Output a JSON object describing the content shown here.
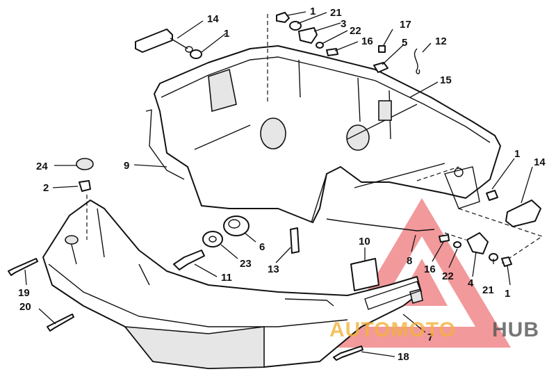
{
  "callouts": [
    {
      "id": "c14a",
      "text": "14"
    },
    {
      "id": "c1a",
      "text": "1"
    },
    {
      "id": "c1b",
      "text": "1"
    },
    {
      "id": "c21a",
      "text": "21"
    },
    {
      "id": "c3",
      "text": "3"
    },
    {
      "id": "c22a",
      "text": "22"
    },
    {
      "id": "c16a",
      "text": "16"
    },
    {
      "id": "c17",
      "text": "17"
    },
    {
      "id": "c5",
      "text": "5"
    },
    {
      "id": "c12",
      "text": "12"
    },
    {
      "id": "c15",
      "text": "15"
    },
    {
      "id": "c9",
      "text": "9"
    },
    {
      "id": "c24",
      "text": "24"
    },
    {
      "id": "c2",
      "text": "2"
    },
    {
      "id": "c1c",
      "text": "1"
    },
    {
      "id": "c14b",
      "text": "14"
    },
    {
      "id": "c6",
      "text": "6"
    },
    {
      "id": "c23",
      "text": "23"
    },
    {
      "id": "c13",
      "text": "13"
    },
    {
      "id": "c10",
      "text": "10"
    },
    {
      "id": "c8",
      "text": "8"
    },
    {
      "id": "c16b",
      "text": "16"
    },
    {
      "id": "c22b",
      "text": "22"
    },
    {
      "id": "c4",
      "text": "4"
    },
    {
      "id": "c21b",
      "text": "21"
    },
    {
      "id": "c1d",
      "text": "1"
    },
    {
      "id": "c11",
      "text": "11"
    },
    {
      "id": "c19",
      "text": "19"
    },
    {
      "id": "c20",
      "text": "20"
    },
    {
      "id": "c7",
      "text": "7"
    },
    {
      "id": "c18",
      "text": "18"
    }
  ],
  "watermark": {
    "part1": "AUTOMOTO",
    "part2": "HUB",
    "triangle_color": "#e8474a",
    "text_color": "#f2b23a"
  }
}
